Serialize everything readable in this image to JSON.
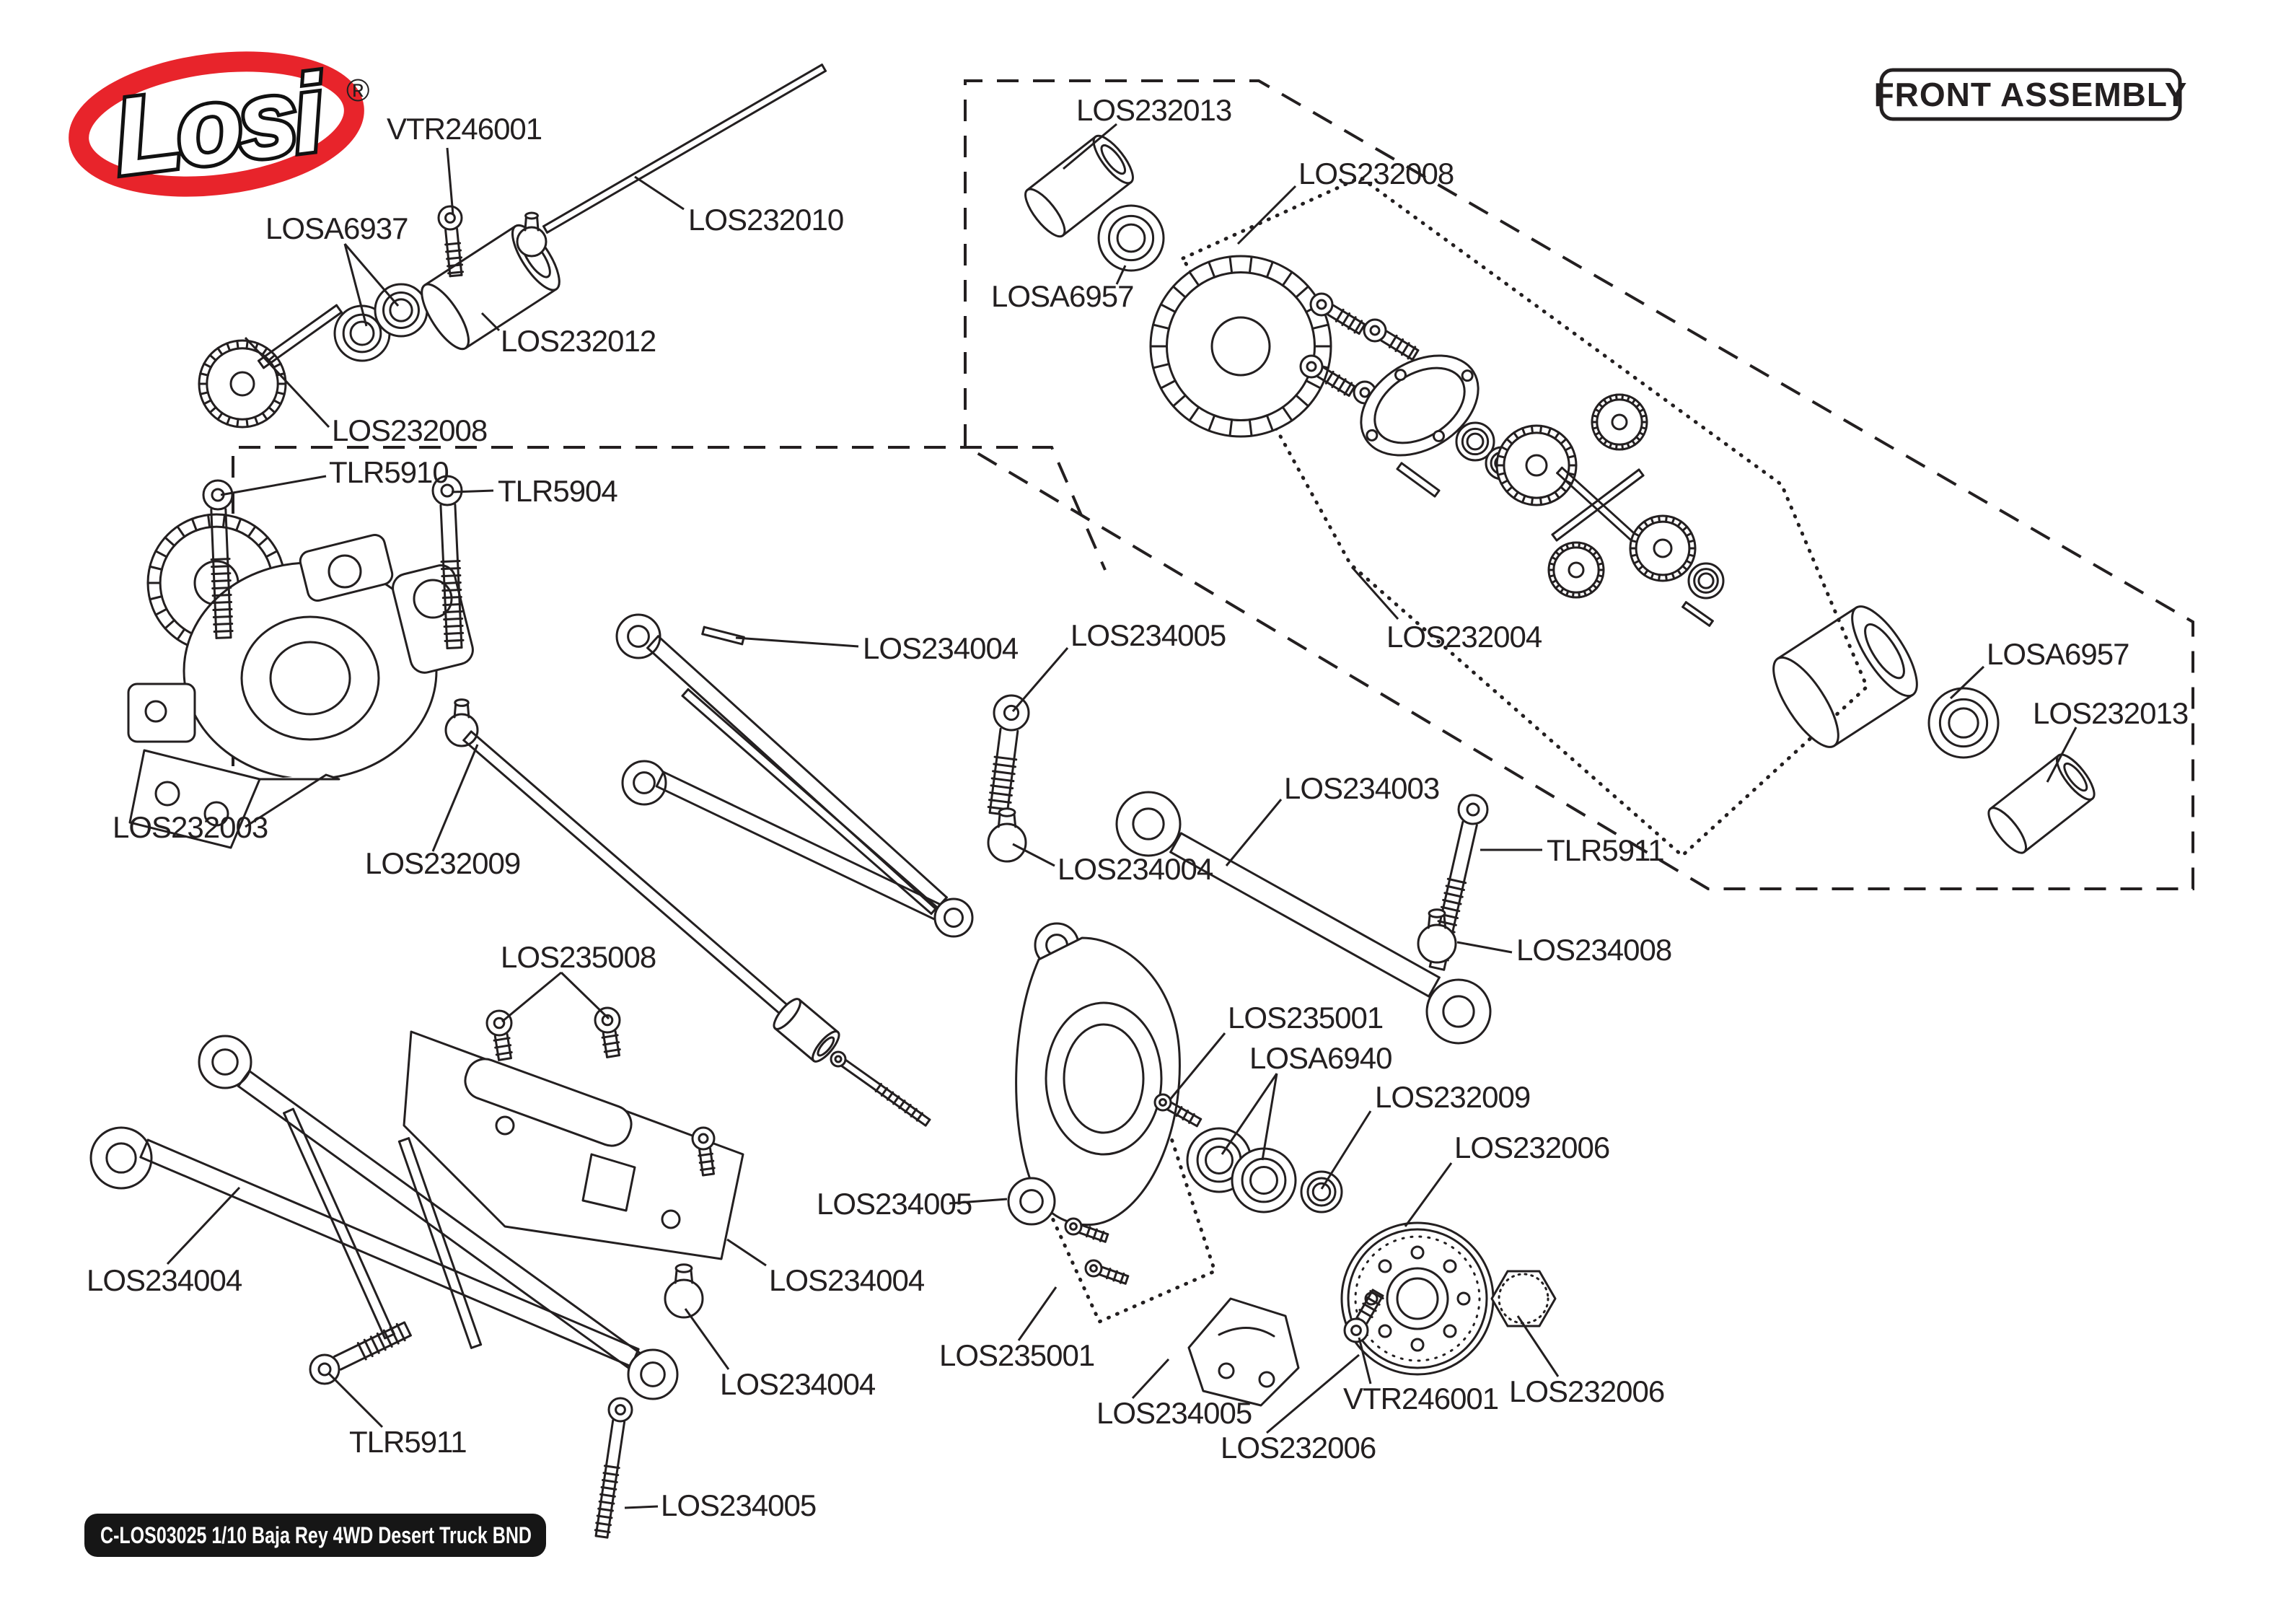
{
  "page": {
    "background": "#ffffff",
    "line_color": "#231f20"
  },
  "logo": {
    "brand": "Losi",
    "registered": "®",
    "red": "#e8242b"
  },
  "title_box": {
    "label": "FRONT ASSEMBLY"
  },
  "footer_badge": {
    "text": "C-LOS03025 1/10 Baja Rey 4WD Desert Truck BND",
    "bg": "#161616",
    "fg": "#ffffff"
  },
  "labels": [
    {
      "text": "VTR246001"
    },
    {
      "text": "LOSA6937"
    },
    {
      "text": "LOS232010"
    },
    {
      "text": "LOS232012"
    },
    {
      "text": "LOS232008"
    },
    {
      "text": "TLR5910"
    },
    {
      "text": "TLR5904"
    },
    {
      "text": "LOS232003"
    },
    {
      "text": "LOS232009"
    },
    {
      "text": "LOS234004"
    },
    {
      "text": "LOS234005"
    },
    {
      "text": "LOS234004"
    },
    {
      "text": "LOS235008"
    },
    {
      "text": "LOS234003"
    },
    {
      "text": "TLR5911"
    },
    {
      "text": "LOS234008"
    },
    {
      "text": "LOS235001"
    },
    {
      "text": "LOSA6940"
    },
    {
      "text": "LOS232009"
    },
    {
      "text": "LOS232006"
    },
    {
      "text": "LOS234005"
    },
    {
      "text": "LOS234004"
    },
    {
      "text": "LOS234004"
    },
    {
      "text": "TLR5911"
    },
    {
      "text": "LOS234004"
    },
    {
      "text": "LOS235001"
    },
    {
      "text": "LOS234005"
    },
    {
      "text": "LOS234005"
    },
    {
      "text": "LOS232006"
    },
    {
      "text": "VTR246001"
    },
    {
      "text": "LOS232006"
    },
    {
      "text": "LOS232013"
    },
    {
      "text": "LOS232008"
    },
    {
      "text": "LOSA6957"
    },
    {
      "text": "LOS232004"
    },
    {
      "text": "LOSA6957"
    },
    {
      "text": "LOS232013"
    }
  ]
}
